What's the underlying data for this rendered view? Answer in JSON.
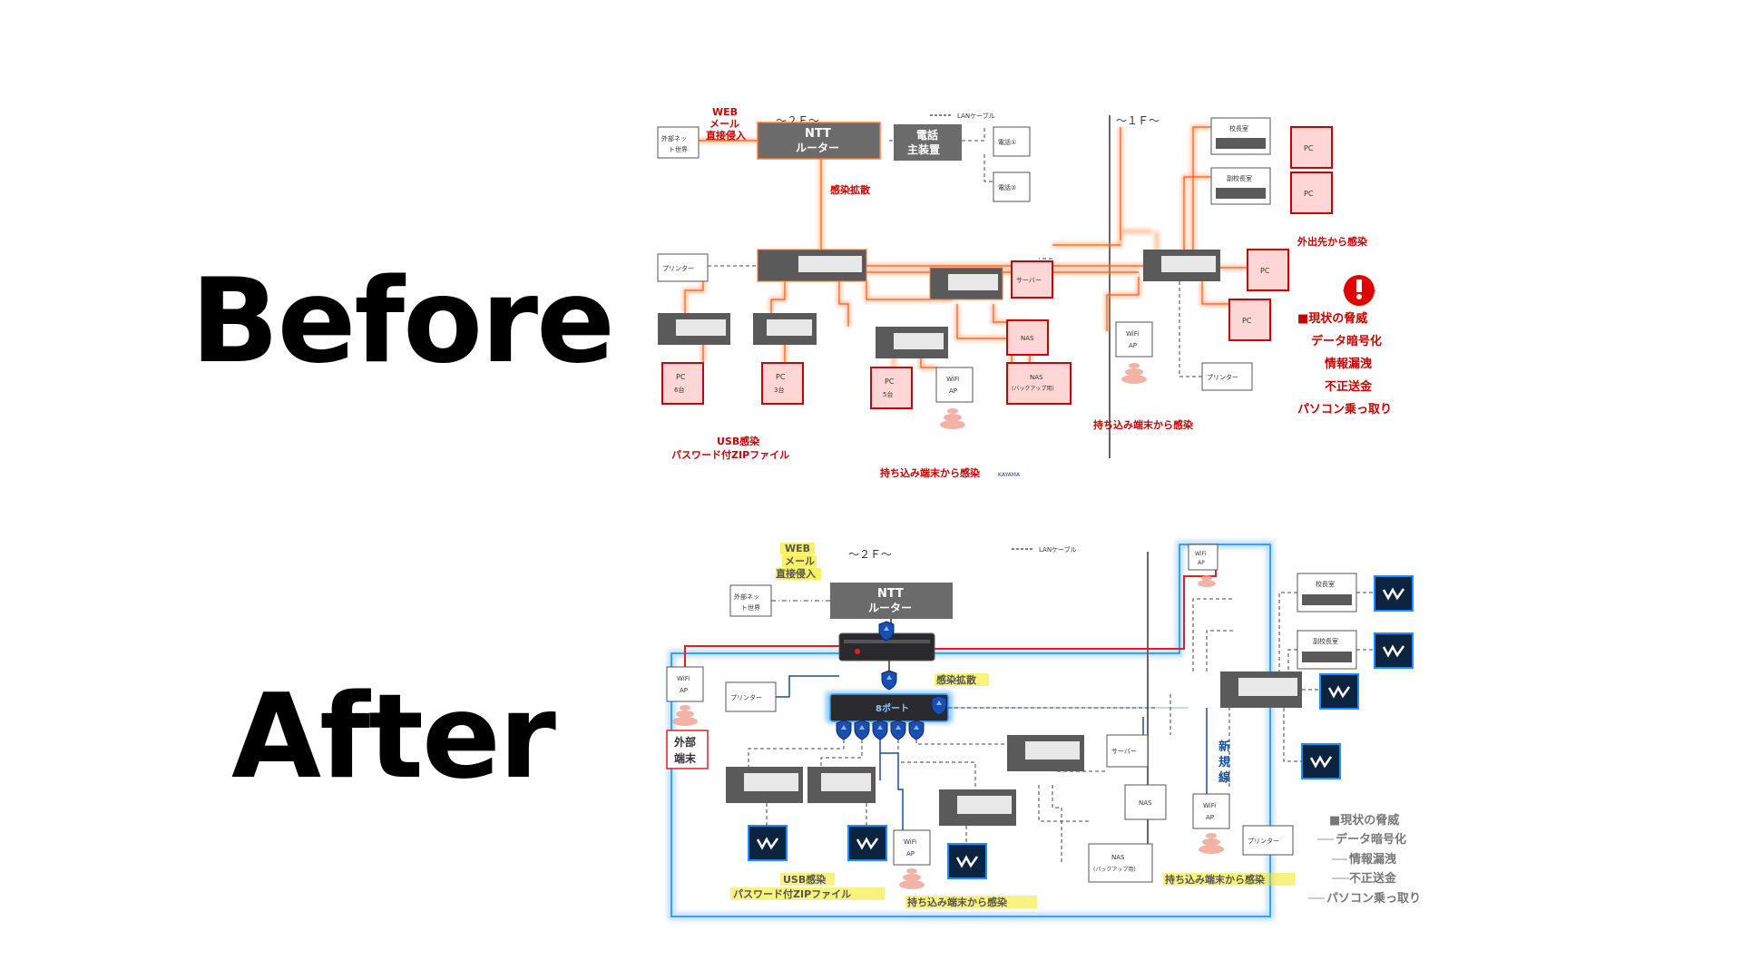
{
  "labels": {
    "before": "Before",
    "after": "After"
  },
  "colors": {
    "threat_red": "#cc0000",
    "threat_orange": "#ff6a1a",
    "safe_blue": "#1a4f9a",
    "zone_blue": "#3aa0ff",
    "annotation_yellow": "#f5e600",
    "device_gray": "#5a5a5a"
  },
  "before": {
    "floor2": "～２Ｆ～",
    "floor1": "～１Ｆ～",
    "lan_legend": "LANケーブル",
    "web_attack": [
      "WEB",
      "メール",
      "直接侵入"
    ],
    "external_net": [
      "外部ネッ",
      "ト世界"
    ],
    "ntt_router": [
      "NTT",
      "ルーター"
    ],
    "phone_main": [
      "電話",
      "主装置"
    ],
    "phone1": "電話①",
    "phone2": "電話②",
    "printer": "プリンター",
    "spread": "感染拡散",
    "server": "サーバー",
    "nas": "NAS",
    "nas_backup": [
      "NAS",
      "(バックアップ用)"
    ],
    "pc6": [
      "PC",
      "6台"
    ],
    "pc3": [
      "PC",
      "3台"
    ],
    "pc5": [
      "PC",
      "5台"
    ],
    "wifi": [
      "WiFi",
      "AP"
    ],
    "usb_infection": [
      "USB感染",
      "パスワード付ZIPファイル"
    ],
    "bring_device_infection": "持ち込み端末から感染",
    "principal": "校長室",
    "vice_principal": "副校長室",
    "pc": "PC",
    "outside_infection": "外出先から感染",
    "threats_title": "■現状の脅威",
    "threats": [
      "データ暗号化",
      "情報漏洩",
      "不正送金",
      "パソコン乗っ取り"
    ],
    "watermark": "KAYAMA"
  },
  "after": {
    "floor2": "～２Ｆ～",
    "lan_legend": "LANケーブル",
    "web_attack": [
      "WEB",
      "メール",
      "直接侵入"
    ],
    "external_net": [
      "外部ネッ",
      "ト世界"
    ],
    "ntt_router": [
      "NTT",
      "ルーター"
    ],
    "spread": "感染拡散",
    "printer": "プリンター",
    "server": "サーバー",
    "nas": "NAS",
    "nas_backup": [
      "NAS",
      "(バックアップ用)"
    ],
    "wifi": [
      "WiFi",
      "AP"
    ],
    "external_terminal": [
      "外部",
      "端末"
    ],
    "port_label": "8ポート",
    "new_line": [
      "新",
      "規",
      "線"
    ],
    "principal": "校長室",
    "vice_principal": "副校長室",
    "usb_infection": [
      "USB感染",
      "パスワード付ZIPファイル"
    ],
    "bring_device_infection": "持ち込み端末から感染",
    "threats_title": "■現状の脅威",
    "threats": [
      "データ暗号化",
      "情報漏洩",
      "不正送金",
      "パソコン乗っ取り"
    ],
    "endpoint_icon": "wv-endpoint-icon"
  }
}
